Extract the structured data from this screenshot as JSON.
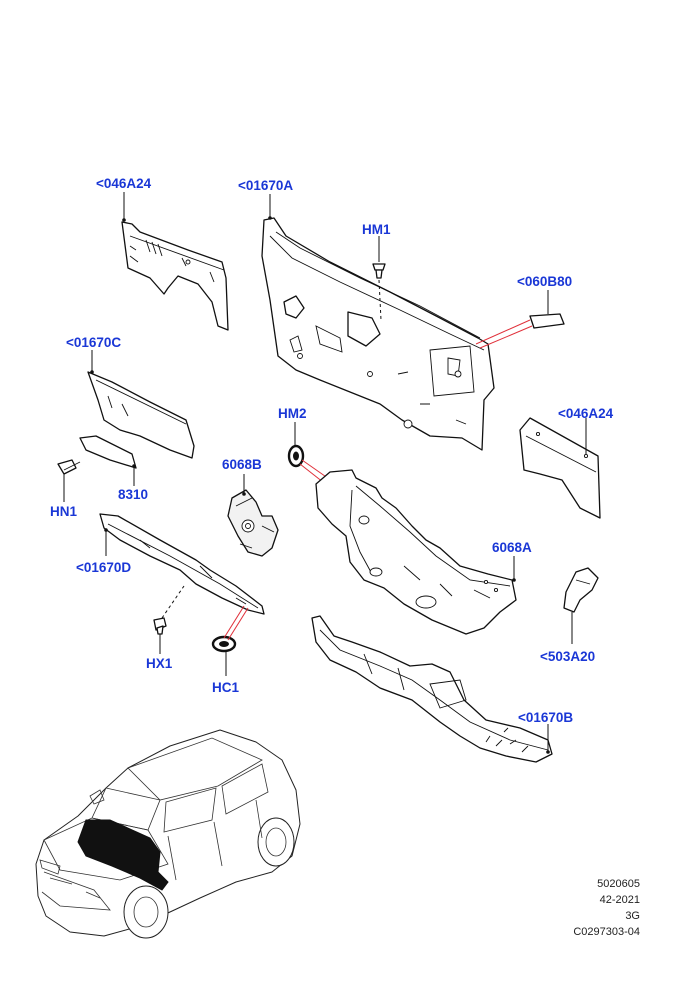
{
  "callouts": {
    "c046A24_top": "<046A24",
    "c01670A": "<01670A",
    "cHM1": "HM1",
    "c060B80": "<060B80",
    "c01670C": "<01670C",
    "cHM2": "HM2",
    "c046A24_right": "<046A24",
    "c6068B": "6068B",
    "cHN1": "HN1",
    "c8310": "8310",
    "c6068A": "6068A",
    "c01670D": "<01670D",
    "c503A20": "<503A20",
    "cHX1": "HX1",
    "cHC1": "HC1",
    "c01670B": "<01670B"
  },
  "reference": {
    "line1": "5020605",
    "line2": "42-2021",
    "line3": "3G",
    "line4": "C0297303-04"
  },
  "colors": {
    "callout": "#1a37d6",
    "highlight_leader": "#e0303a",
    "highlight_part": "#111111"
  }
}
